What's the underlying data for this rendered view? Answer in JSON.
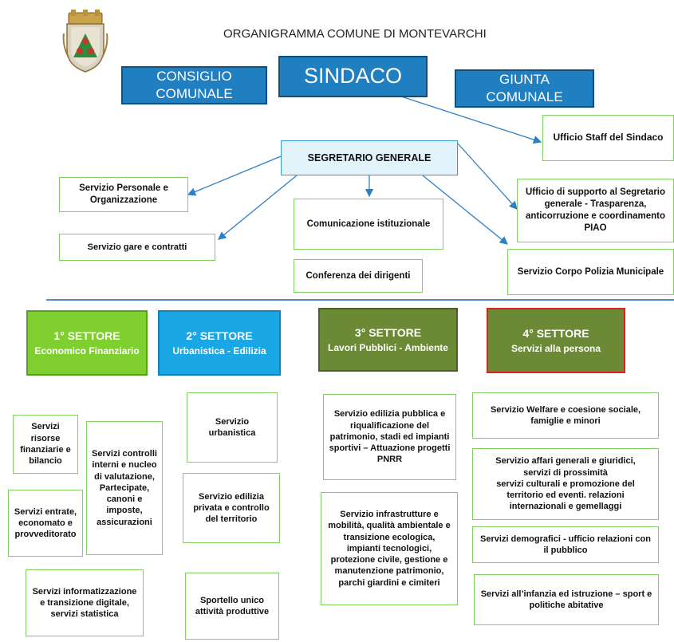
{
  "title": "ORGANIGRAMMA COMUNE DI MONTEVARCHI",
  "colors": {
    "blue": "#1f7fc1",
    "green_outline": "#7fcf62",
    "sector1": "#7fcf2e",
    "sector2": "#1aa7e6",
    "sector3": "#6c8a35",
    "sector4": "#6c8a35",
    "sector4_border": "#e02020",
    "segretario_bg": "#e3f3fb",
    "arrow": "#2f7fc5"
  },
  "top": {
    "sindaco": "SINDACO",
    "consiglio": "CONSIGLIO COMUNALE",
    "giunta": "GIUNTA COMUNALE"
  },
  "staff": "Ufficio Staff del Sindaco",
  "segretario": "SEGRETARIO GENERALE",
  "offices": {
    "personale": "Servizio Personale e Organizzazione",
    "gare": "Servizio gare e contratti",
    "comunicazione": "Comunicazione istituzionale",
    "conferenza": "Conferenza dei dirigenti",
    "supporto": "Ufficio di supporto al Segretario generale -  Trasparenza, anticorruzione e coordinamento PIAO",
    "polizia": "Servizio Corpo Polizia Municipale"
  },
  "sectors": [
    {
      "title": "1° SETTORE",
      "subtitle": "Economico Finanziario"
    },
    {
      "title": "2° SETTORE",
      "subtitle": "Urbanistica - Edilizia"
    },
    {
      "title": "3° SETTORE",
      "subtitle": "Lavori Pubblici - Ambiente"
    },
    {
      "title": "4° SETTORE",
      "subtitle": "Servizi alla persona"
    }
  ],
  "s1": {
    "risorse": "Servizi risorse finanziarie e bilancio",
    "controlli": "Servizi controlli interni e nucleo di valutazione, Partecipate, canoni e imposte, assicurazioni",
    "entrate": "Servizi entrate, economato e provveditorato",
    "informatizzazione": "Servizi informatizzazione e transizione digitale, servizi statistica"
  },
  "s2": {
    "urbanistica": "Servizio urbanistica",
    "edilizia": "Servizio edilizia privata e controllo del territorio",
    "sportello": "Sportello unico attività produttive"
  },
  "s3": {
    "edilizia_pubblica": "Servizio edilizia pubblica e riqualificazione del patrimonio, stadi ed impianti sportivi – Attuazione progetti PNRR",
    "infrastrutture": "Servizio infrastrutture e mobilità, qualità ambientale e transizione ecologica, impianti tecnologici, protezione civile, gestione e manutenzione patrimonio, parchi giardini e cimiteri"
  },
  "s4": {
    "welfare": "Servizio Welfare e coesione sociale, famiglie e minori",
    "affari_l1": "Servizio affari generali e giuridici,",
    "affari_l2": "servizi di prossimità",
    "affari_l3": "servizi culturali e promozione del territorio ed eventi. relazioni internazionali e gemellaggi",
    "demografici": "Servizi demografici  - ufficio relazioni con il pubblico",
    "infanzia": "Servizi all’infanzia ed istruzione – sport e politiche abitative"
  }
}
